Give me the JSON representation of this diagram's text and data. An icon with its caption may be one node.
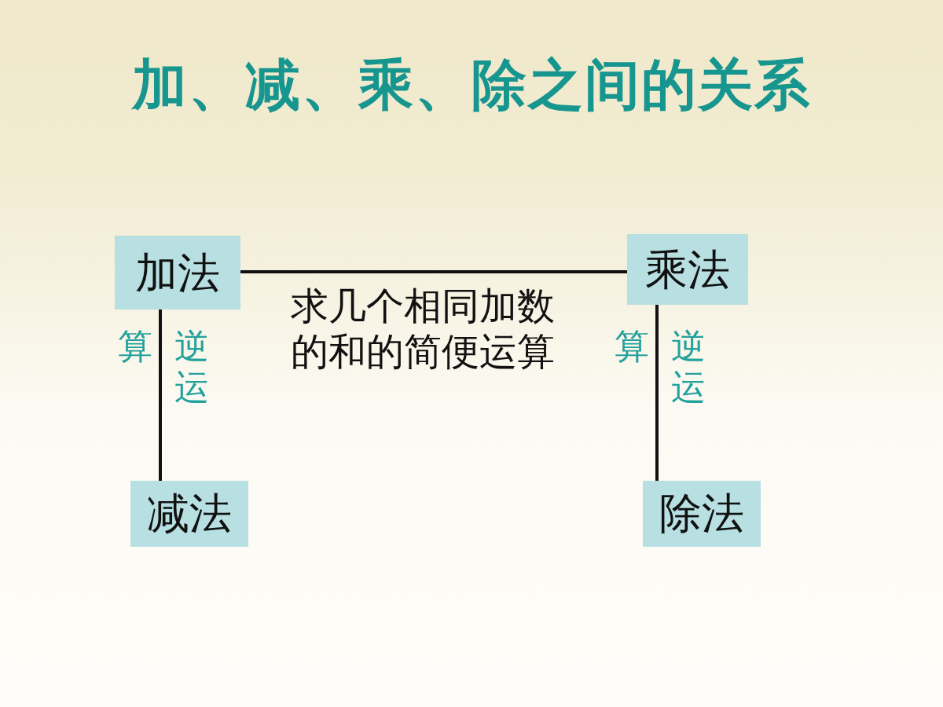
{
  "diagram": {
    "title": "加、减、乘、除之间的关系",
    "nodes": [
      {
        "text": [
          "加法"
        ]
      },
      {
        "text": [
          "乘法"
        ]
      },
      {
        "text": [
          "减法"
        ]
      },
      {
        "text": [
          "除法"
        ]
      }
    ],
    "edges": [
      {
        "from": 0,
        "to": 1,
        "arrow": "none",
        "label": "求几个相同加数的和的简便运算"
      },
      {
        "from": 0,
        "to": 2,
        "arrow": "none",
        "label": "逆运算"
      },
      {
        "from": 1,
        "to": 3,
        "arrow": "none",
        "label": "逆运算"
      }
    ]
  }
}
